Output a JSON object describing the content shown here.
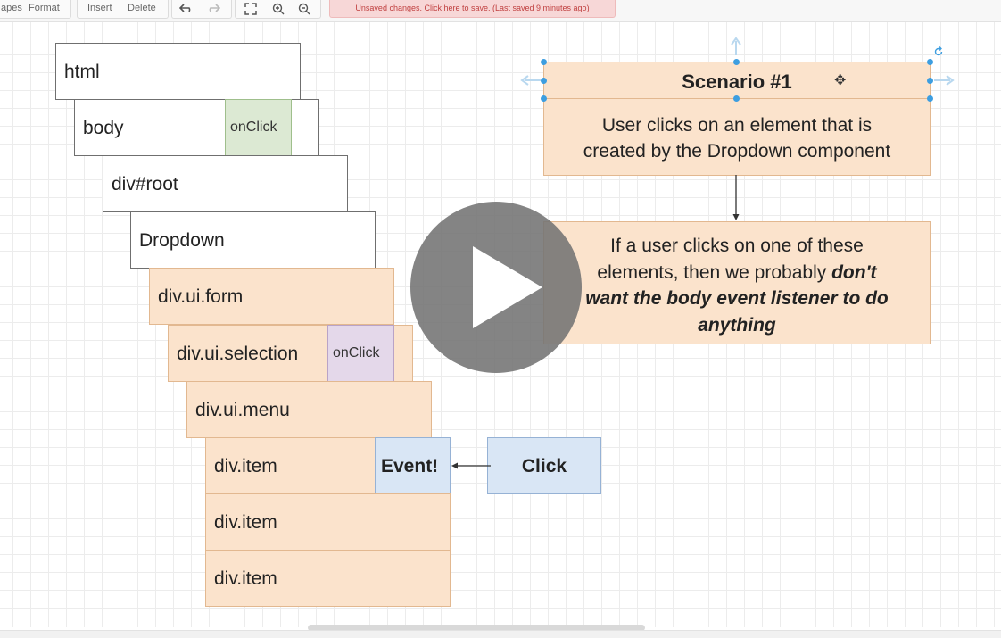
{
  "toolbar": {
    "shapes": "apes",
    "format": "Format",
    "insert": "Insert",
    "delete": "Delete",
    "save_notice": "Unsaved changes. Click here to save. (Last saved 9 minutes ago)"
  },
  "stack": {
    "html": "html",
    "body": "body",
    "body_handler": "onClick",
    "root": "div#root",
    "dropdown": "Dropdown",
    "form": "div.ui.form",
    "selection": "div.ui.selection",
    "selection_handler": "onClick",
    "menu": "div.ui.menu",
    "items": [
      "div.item",
      "div.item",
      "div.item"
    ],
    "event": "Event!"
  },
  "click_box": "Click",
  "scenario": {
    "title": "Scenario #1",
    "line1": "User clicks on an element that is",
    "line2": "created by the Dropdown component",
    "result_l1": "If a user clicks on one of these",
    "result_l2a": "elements, then we probably ",
    "result_l2b": "don't",
    "result_l3": "want the body event listener to do",
    "result_l4": "anything"
  },
  "colors": {
    "orange": "#fbe3cc",
    "green": "#dce9d3",
    "purple": "#e4d8ea",
    "blue": "#d9e6f5",
    "selection_handle": "#3d9ee0"
  }
}
